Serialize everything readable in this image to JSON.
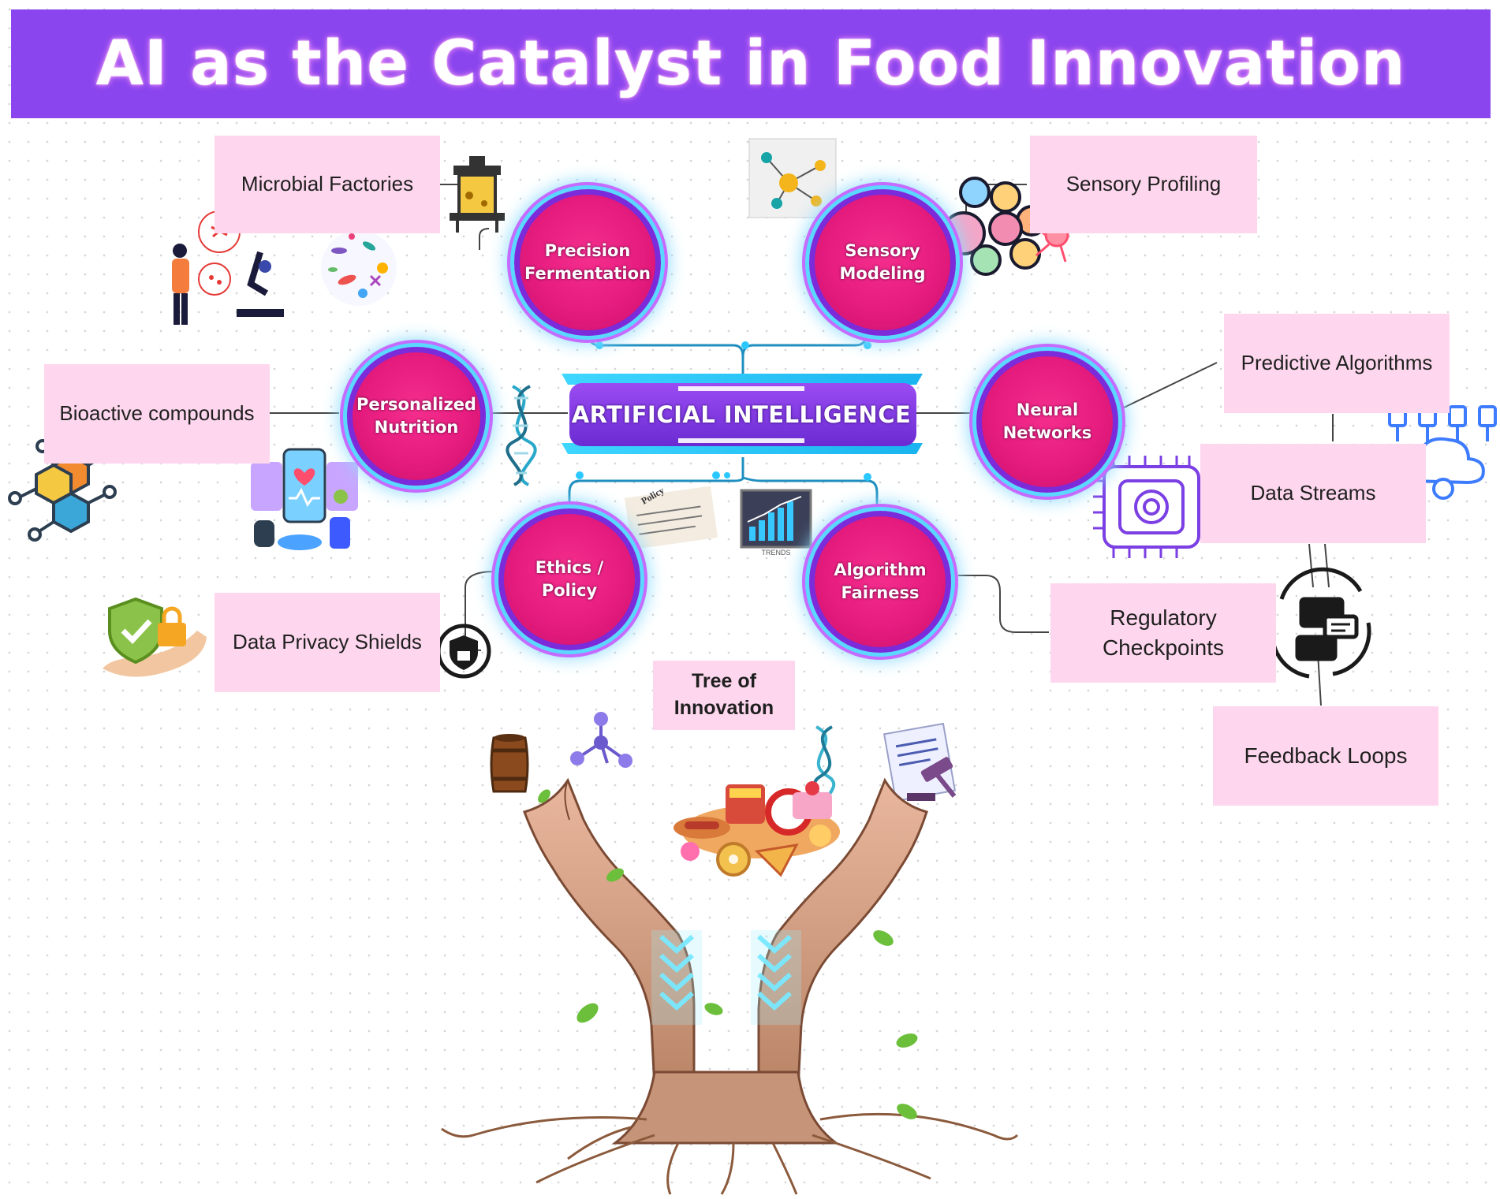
{
  "title": "AI as the Catalyst in Food Innovation",
  "center": "ARTIFICIAL INTELLIGENCE",
  "nodes": {
    "precision_fermentation": "Precision Fermentation",
    "sensory_modeling": "Sensory Modeling",
    "personalized_nutrition": "Personalized Nutrition",
    "neural_networks": "Neural Networks",
    "ethics_policy": "Ethics / Policy",
    "algorithm_fairness": "Algorithm Fairness"
  },
  "labels": {
    "microbial_factories": "Microbial Factories",
    "sensory_profiling": "Sensory Profiling",
    "bioactive_compounds": "Bioactive compounds",
    "predictive_algorithms": "Predictive Algorithms",
    "data_streams": "Data Streams",
    "data_privacy_shields": "Data Privacy Shields",
    "regulatory_checkpoints": "Regulatory Checkpoints",
    "feedback_loops": "Feedback Loops",
    "tree_of_innovation": "Tree of Innovation"
  },
  "small_print": {
    "policy_card": "Policy",
    "chart_card": "TRENDS"
  },
  "colors": {
    "banner": "#8b45ee",
    "node_fill": "#e61c7f",
    "node_ring": "#7b2bd9",
    "glow": "#5ad8ff",
    "label_box": "#fed7ee",
    "connector": "#1f8fc0"
  },
  "icons": [
    "bioreactor-icon",
    "scientist-microscope-icon",
    "microbes-icon",
    "molecule-network-icon",
    "senses-brain-icon",
    "neuron-icon",
    "molecule-hexagon-icon",
    "health-app-icon",
    "dna-icon",
    "ai-chip-icon",
    "cloud-data-icon",
    "shield-check-icon",
    "lock-shield-icon",
    "policy-paper-icon",
    "trend-chart-icon",
    "feedback-chat-icon",
    "barrel-icon",
    "molecule-icon",
    "food-icon",
    "gavel-document-icon",
    "hands-tree-icon"
  ]
}
